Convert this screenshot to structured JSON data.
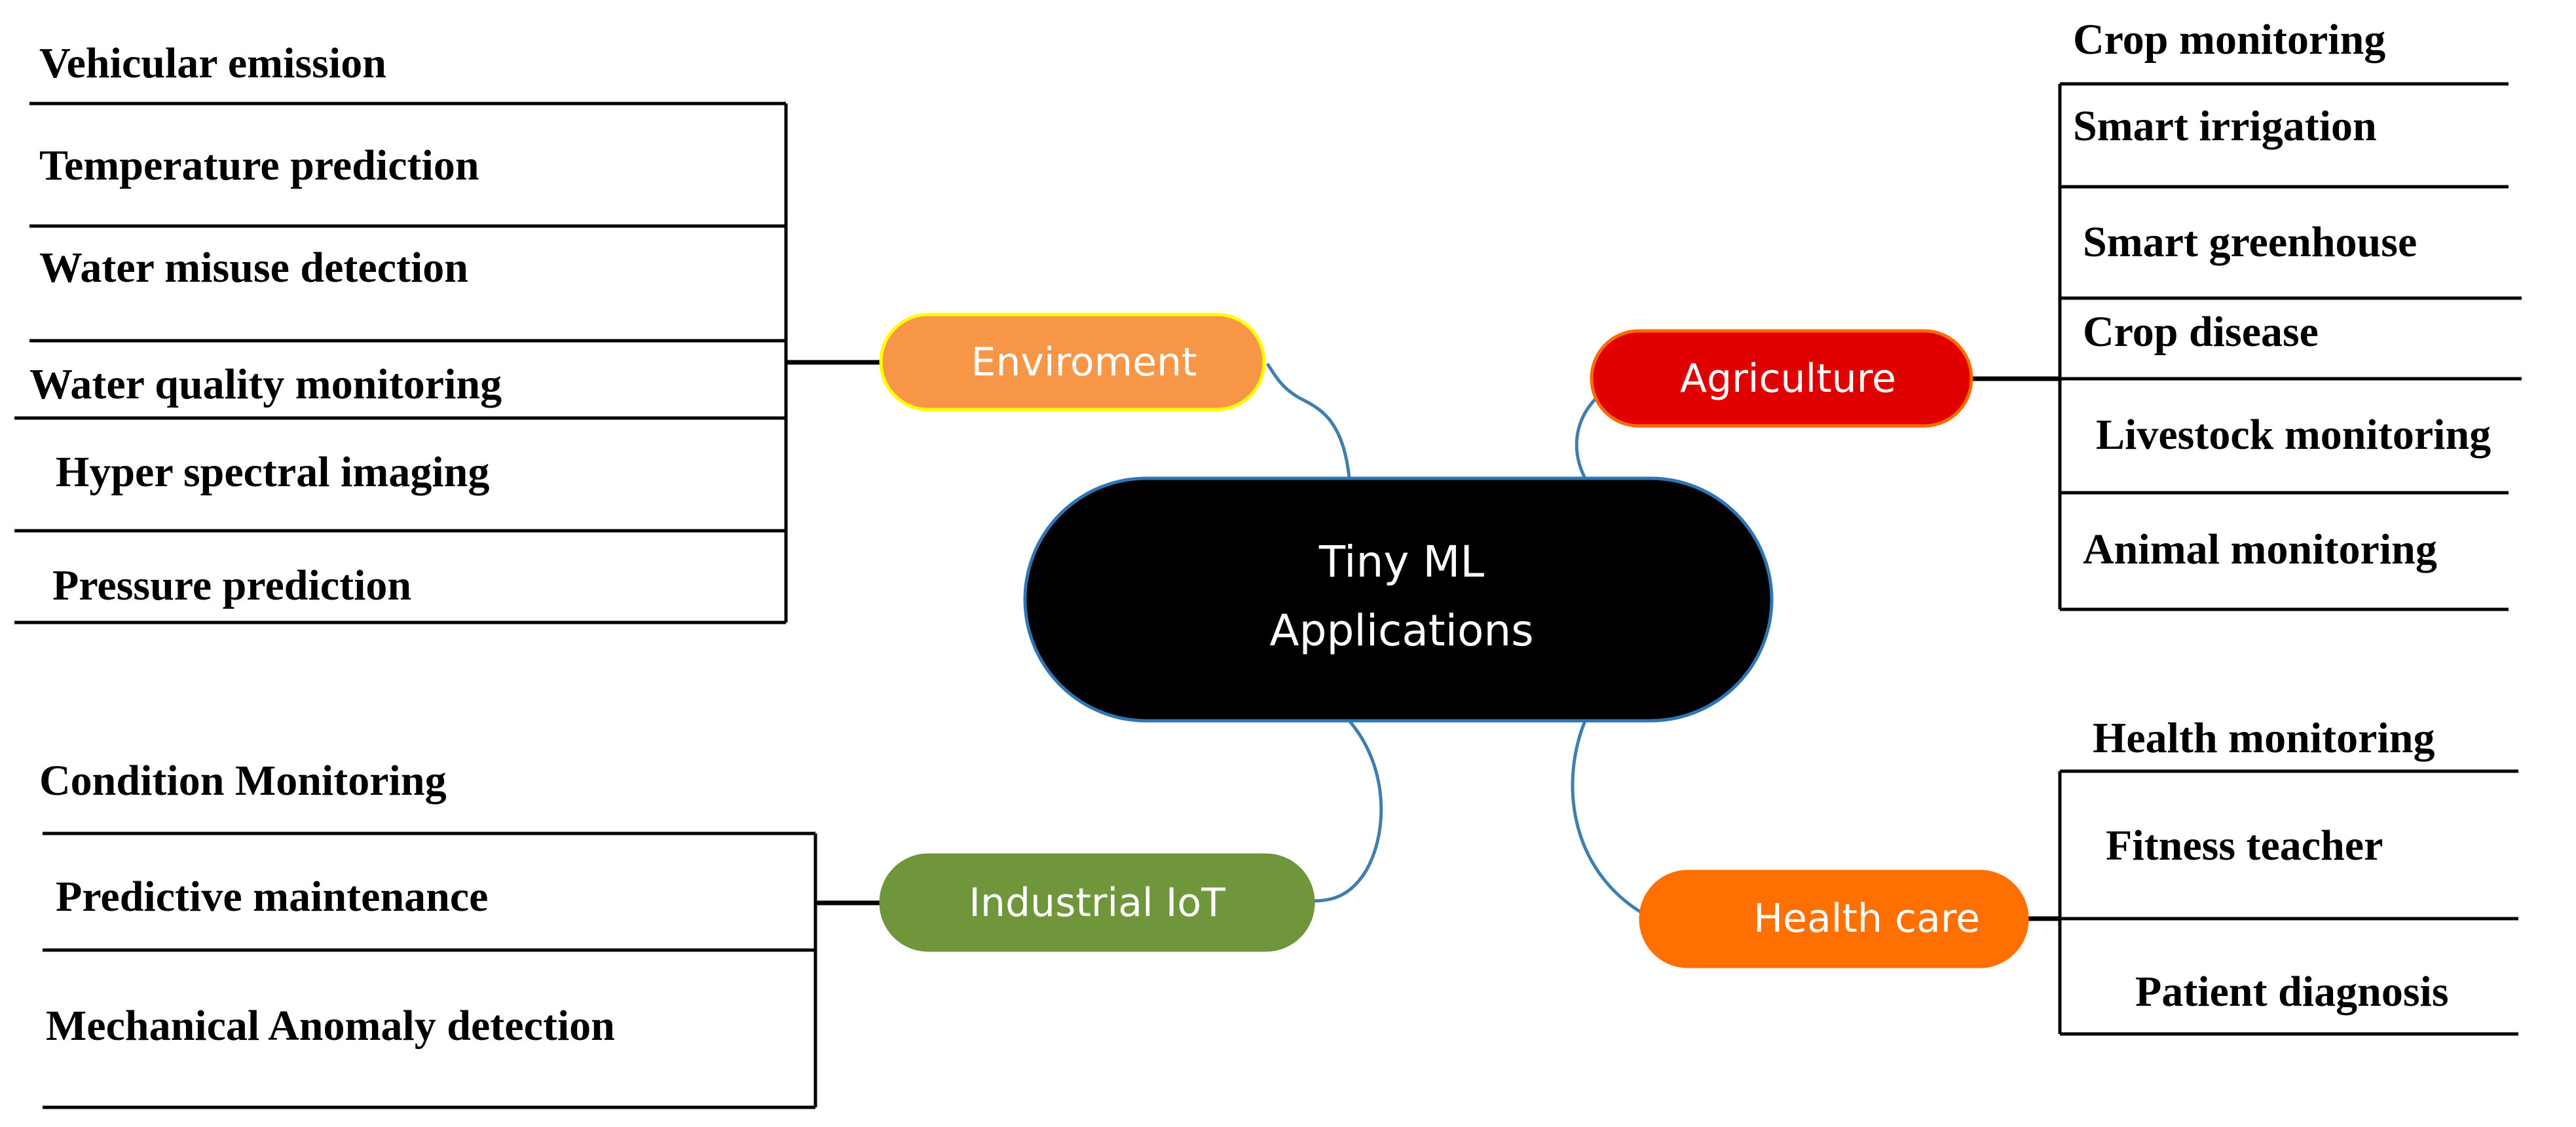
{
  "center": {
    "line1": "Tiny ML",
    "line2": "Applications",
    "fill": "#000000",
    "border": "#2e75b6",
    "text_color": "#ffffff"
  },
  "connector_color": "#3f7fb0",
  "branches": {
    "environment": {
      "label": "Enviroment",
      "fill": "#f79646",
      "border": "#ffff00",
      "text_color": "#ffffff",
      "items": [
        "Vehicular emission",
        "Temperature prediction",
        "Water misuse detection",
        "Water quality monitoring",
        "Hyper spectral imaging",
        "Pressure prediction"
      ]
    },
    "agriculture": {
      "label": "Agriculture",
      "fill": "#e00000",
      "border": "#ff6a00",
      "text_color": "#ffffff",
      "items": [
        "Crop monitoring",
        "Smart irrigation",
        "Smart greenhouse",
        "Crop disease",
        "Livestock monitoring",
        "Animal monitoring"
      ]
    },
    "industrial": {
      "label": "Industrial IoT",
      "fill": "#70963c",
      "border": "#70963c",
      "text_color": "#ffffff",
      "items": [
        "Condition Monitoring",
        "Predictive maintenance",
        "Mechanical Anomaly detection"
      ]
    },
    "health": {
      "label": "Health care",
      "fill": "#ff7000",
      "border": "#ff7000",
      "text_color": "#ffffff",
      "items": [
        "Health monitoring",
        "Fitness teacher",
        "Patient diagnosis"
      ]
    }
  }
}
